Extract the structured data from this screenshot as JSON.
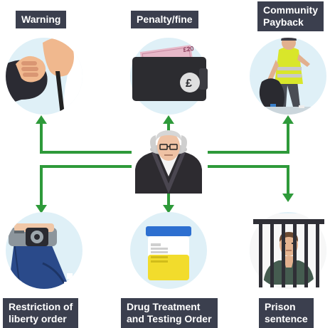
{
  "outcomes": {
    "warning": "Warning",
    "penalty": "Penalty/fine",
    "community": "Community\nPayback",
    "restriction": "Restriction of\nliberty order",
    "drug": "Drug Treatment\nand Testing Order",
    "prison": "Prison\nsentence"
  },
  "banknote_text": "£20",
  "currency_symbol": "£",
  "colors": {
    "arrow": "#2e9a3a",
    "label_bg": "#3b3f4e",
    "circle_bg": "#dff0f7",
    "label_text": "#ffffff"
  }
}
